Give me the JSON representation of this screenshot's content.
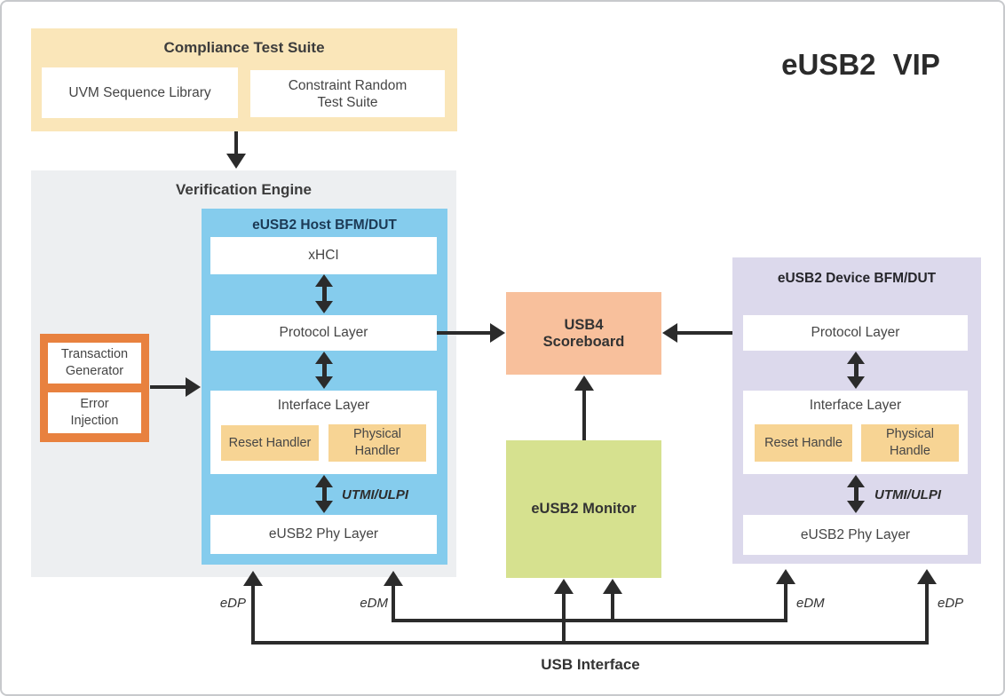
{
  "diagram_title": "eUSB2 VIP",
  "compliance_suite": {
    "title": "Compliance Test Suite",
    "uvm_label": "UVM Sequence Library",
    "crt_lines": [
      "Constraint Random",
      "Test Suite"
    ]
  },
  "verification_engine": {
    "title": "Verification Engine",
    "host": {
      "title": "eUSB2 Host BFM/DUT",
      "xhci": "xHCI",
      "protocol": "Protocol Layer",
      "interface": "Interface Layer",
      "reset_handler": "Reset Handler",
      "physical_handler_lines": [
        "Physical",
        "Handler"
      ],
      "utmi": "UTMI/ULPI",
      "phy": "eUSB2 Phy Layer"
    }
  },
  "stimulus": {
    "transaction_generator_lines": [
      "Transaction",
      "Generator"
    ],
    "error_injection_lines": [
      "Error",
      "Injection"
    ]
  },
  "scoreboard_lines": [
    "USB4",
    "Scoreboard"
  ],
  "monitor_label": "eUSB2 Monitor",
  "device": {
    "title": "eUSB2 Device BFM/DUT",
    "protocol": "Protocol Layer",
    "interface": "Interface Layer",
    "reset_handle": "Reset Handle",
    "physical_handle_lines": [
      "Physical",
      "Handle"
    ],
    "utmi": "UTMI/ULPI",
    "phy": "eUSB2 Phy Layer"
  },
  "bus": {
    "edp_left": "eDP",
    "edm_left": "eDM",
    "edm_right": "eDM",
    "edp_right": "eDP",
    "usb_interface": "USB Interface"
  },
  "colors": {
    "compliance_bg": "#FAE6B9",
    "engine_bg": "#EDEFF1",
    "host_bg": "#85CCED",
    "host_title_text": "#1C3A55",
    "handler_bg": "#F7D494",
    "stimulus_border": "#E8813F",
    "scoreboard_bg": "#F8C09C",
    "monitor_bg": "#D6E18F",
    "device_bg": "#DCD9EC",
    "line": "#2B2B2B"
  }
}
